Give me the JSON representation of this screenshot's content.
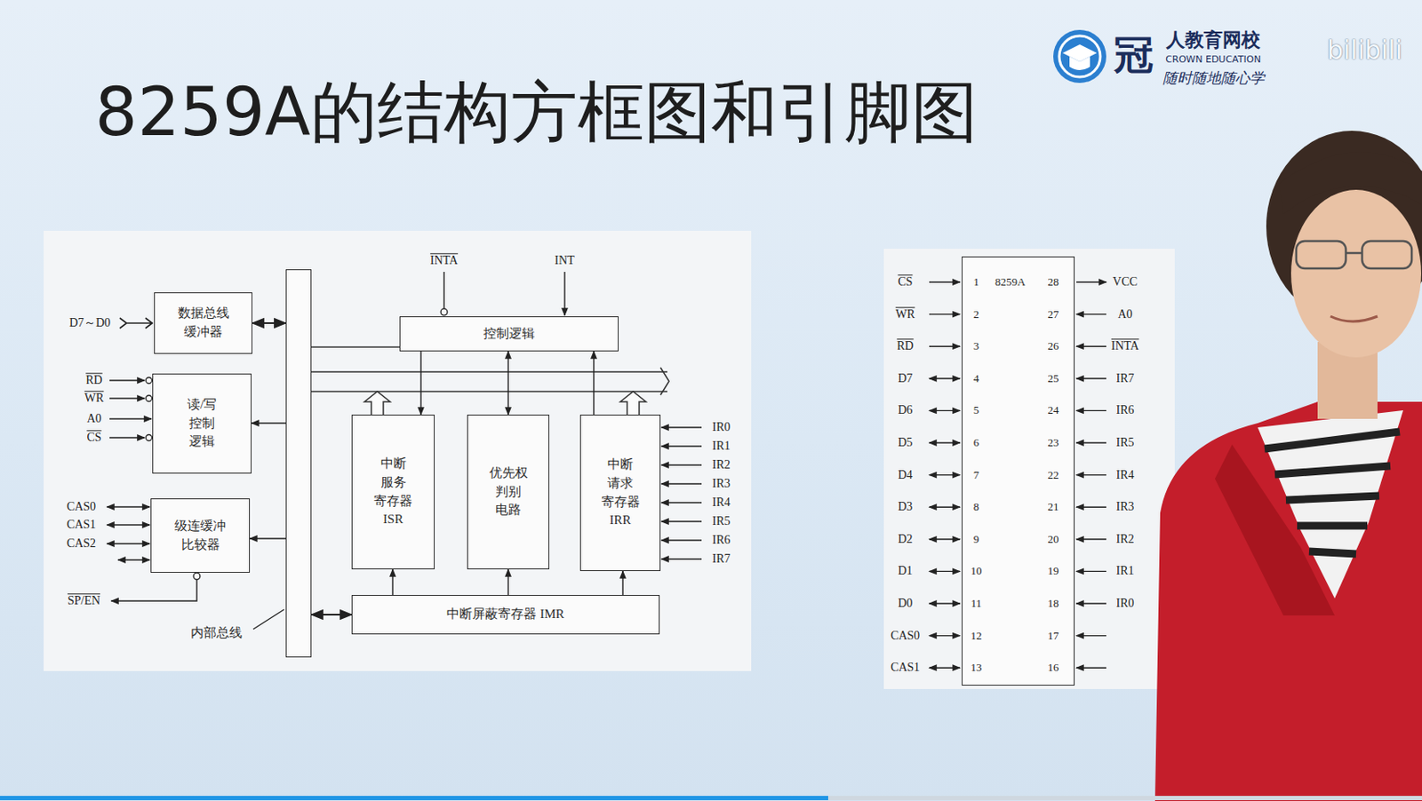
{
  "diagram": {
    "title": "8259A的结构方框图和引脚图",
    "nodes": [
      {
        "text": [
          "数据总线 缓冲器"
        ]
      },
      {
        "text": [
          "读/写 控制 逻辑"
        ]
      },
      {
        "text": [
          "级连缓冲 比较器"
        ]
      },
      {
        "text": [
          "内部总线"
        ]
      },
      {
        "text": [
          "控制逻辑"
        ]
      },
      {
        "text": [
          "中断 服务 寄存器 ISR"
        ]
      },
      {
        "text": [
          "优先权 判别 电路"
        ]
      },
      {
        "text": [
          "中断 请求 寄存器 IRR"
        ]
      },
      {
        "text": [
          "中断屏蔽寄存器 IMR"
        ]
      },
      {
        "text": [
          "8259A"
        ]
      }
    ],
    "edges": [
      {
        "from": 0,
        "to": 3,
        "arrow": "both"
      },
      {
        "from": 3,
        "to": 1,
        "arrow": "to"
      },
      {
        "from": 3,
        "to": 2,
        "arrow": "to"
      },
      {
        "from": 3,
        "to": 8,
        "arrow": "both"
      },
      {
        "from": 4,
        "to": 5,
        "arrow": "to"
      },
      {
        "from": 4,
        "to": 6,
        "arrow": "both"
      },
      {
        "from": 7,
        "to": 4,
        "arrow": "to"
      },
      {
        "from": 8,
        "to": 5,
        "arrow": "to"
      },
      {
        "from": 8,
        "to": 6,
        "arrow": "to"
      },
      {
        "from": 8,
        "to": 7,
        "arrow": "to"
      }
    ],
    "labels": [
      "D7～D0",
      "RD",
      "WR",
      "A0",
      "CS",
      "CAS0",
      "CAS1",
      "CAS2",
      "SP/EN",
      "INTA",
      "INT",
      "IR0",
      "IR1",
      "IR2",
      "IR3",
      "IR4",
      "IR5",
      "IR6",
      "IR7",
      "CS",
      "WR",
      "RD",
      "D7",
      "D6",
      "D5",
      "D4",
      "D3",
      "D2",
      "D1",
      "D0",
      "CAS0",
      "CAS1",
      "1",
      "2",
      "3",
      "4",
      "5",
      "6",
      "7",
      "8",
      "9",
      "10",
      "11",
      "12",
      "13",
      "28",
      "27",
      "26",
      "25",
      "24",
      "23",
      "22",
      "21",
      "20",
      "19",
      "18",
      "17",
      "16",
      "VCC",
      "A0",
      "INTA",
      "IR7",
      "IR6",
      "IR5",
      "IR4",
      "IR3",
      "IR2",
      "IR1",
      "IR0",
      "冠",
      "人教育网校",
      "CROWN EDUCATION",
      "随时随地随心学",
      "bilibili"
    ]
  }
}
